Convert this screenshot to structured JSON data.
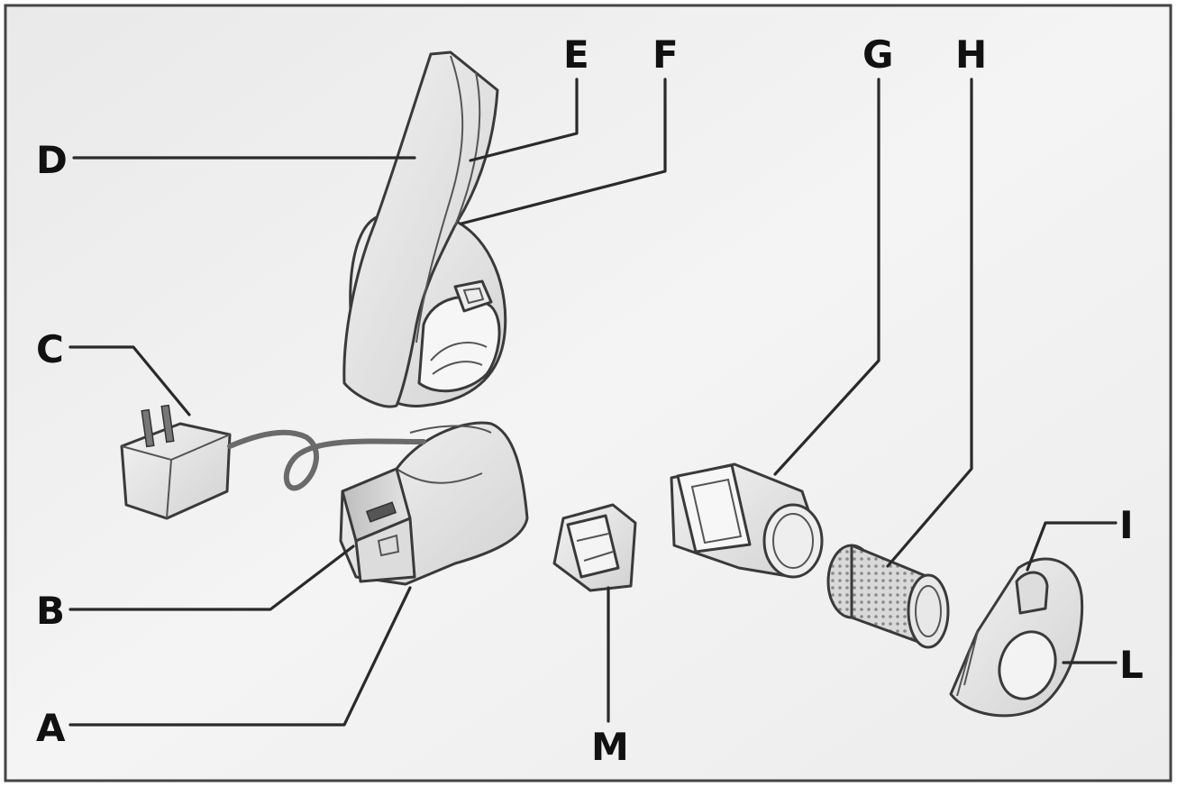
{
  "diagram": {
    "labels": {
      "A": "A",
      "B": "B",
      "C": "C",
      "D": "D",
      "E": "E",
      "F": "F",
      "G": "G",
      "H": "H",
      "I": "I",
      "L": "L",
      "M": "M"
    }
  },
  "colors": {
    "background": "#efefef",
    "part_fill": "#e6e6e6",
    "part_shadow": "#cfcfcf",
    "outline": "#3a3a3a",
    "border": "#444444"
  }
}
